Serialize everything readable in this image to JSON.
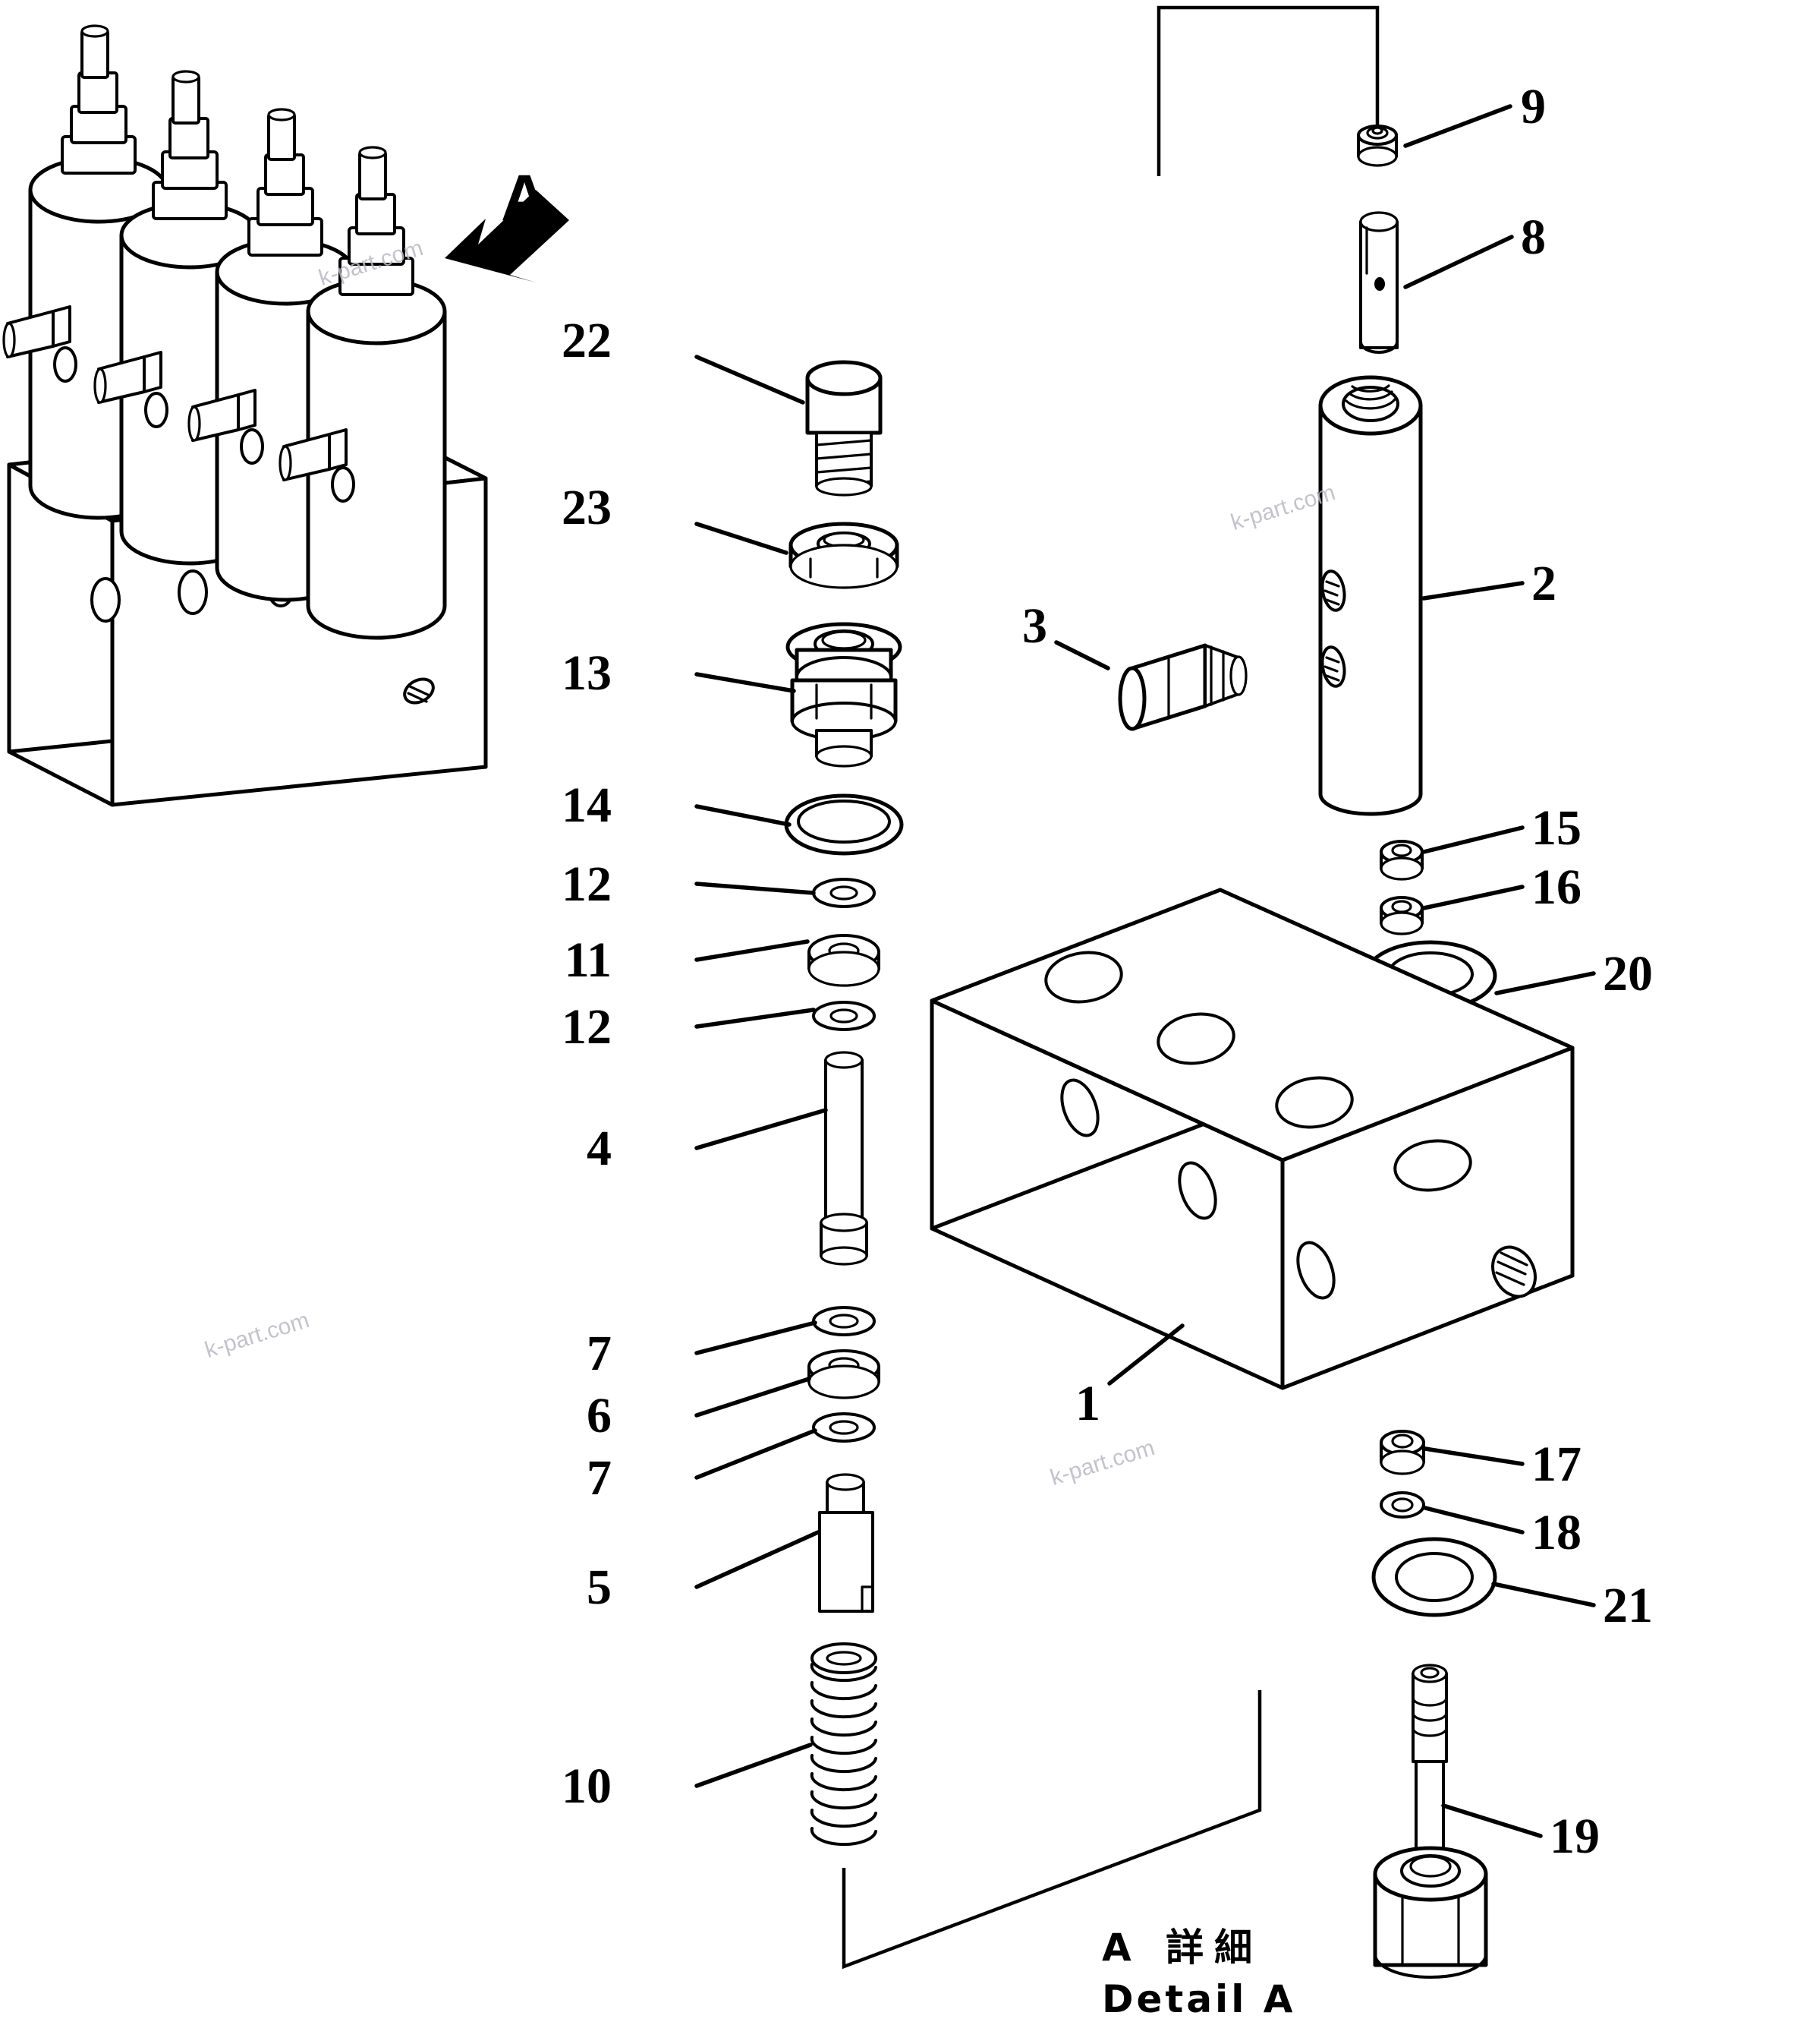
{
  "diagram": {
    "type": "exploded-parts-diagram",
    "detail_marker": "A",
    "caption_jp": "A 詳細",
    "caption_en": "Detail A",
    "watermark_text": "k-part.com",
    "line_color": "#000000",
    "background_color": "#ffffff"
  },
  "callouts": {
    "n1": "1",
    "n2": "2",
    "n3": "3",
    "n4": "4",
    "n5": "5",
    "n6": "6",
    "n7a": "7",
    "n7b": "7",
    "n8": "8",
    "n9": "9",
    "n10": "10",
    "n11": "11",
    "n12a": "12",
    "n12b": "12",
    "n13": "13",
    "n14": "14",
    "n15": "15",
    "n16": "16",
    "n17": "17",
    "n18": "18",
    "n19": "19",
    "n20": "20",
    "n21": "21",
    "n22": "22",
    "n23": "23"
  },
  "parts_list": [
    {
      "ref": "1",
      "name": "manifold-block",
      "column": "right-center"
    },
    {
      "ref": "2",
      "name": "valve-body-cylinder",
      "column": "right-top"
    },
    {
      "ref": "3",
      "name": "plug-fitting",
      "column": "right-top"
    },
    {
      "ref": "4",
      "name": "long-push-rod",
      "column": "center"
    },
    {
      "ref": "5",
      "name": "slotted-sleeve",
      "column": "center"
    },
    {
      "ref": "6",
      "name": "thick-washer",
      "column": "center"
    },
    {
      "ref": "7",
      "name": "thin-washer",
      "column": "center"
    },
    {
      "ref": "8",
      "name": "pin-plunger",
      "column": "right-top"
    },
    {
      "ref": "9",
      "name": "ball-seat-cap",
      "column": "right-top"
    },
    {
      "ref": "10",
      "name": "coil-spring",
      "column": "center"
    },
    {
      "ref": "11",
      "name": "thick-washer",
      "column": "center"
    },
    {
      "ref": "12",
      "name": "thin-washer",
      "column": "center"
    },
    {
      "ref": "13",
      "name": "gland-nut-fitting",
      "column": "center"
    },
    {
      "ref": "14",
      "name": "o-ring",
      "column": "center"
    },
    {
      "ref": "15",
      "name": "small-washer",
      "column": "right-mid"
    },
    {
      "ref": "16",
      "name": "small-washer",
      "column": "right-mid"
    },
    {
      "ref": "17",
      "name": "small-washer",
      "column": "right-low"
    },
    {
      "ref": "18",
      "name": "small-ring",
      "column": "right-low"
    },
    {
      "ref": "19",
      "name": "stud-bolt-with-nut",
      "column": "right-low"
    },
    {
      "ref": "20",
      "name": "large-o-ring",
      "column": "right-mid"
    },
    {
      "ref": "21",
      "name": "large-o-ring",
      "column": "right-low"
    },
    {
      "ref": "22",
      "name": "threaded-plug-screw",
      "column": "center"
    },
    {
      "ref": "23",
      "name": "flanged-washer-nut",
      "column": "center"
    }
  ],
  "assembly_view": {
    "name": "four-cylinder-manifold-assembly",
    "cylinder_count": 4,
    "side_port_count": 4,
    "detail_arrow": "A"
  }
}
